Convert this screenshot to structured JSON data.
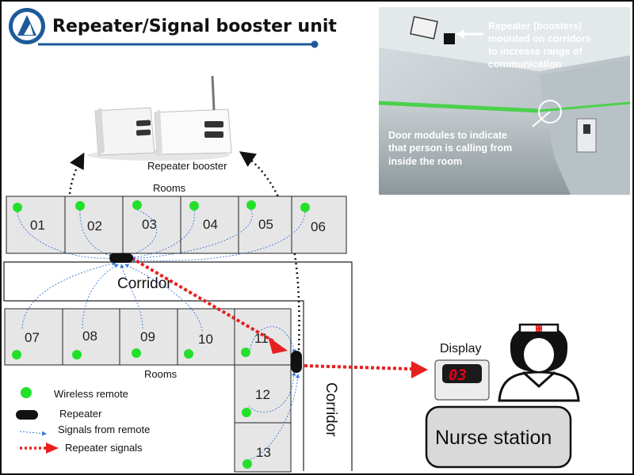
{
  "header": {
    "title": "Repeater/Signal booster unit"
  },
  "photo_text": {
    "repeater_lines": [
      "Repeater (boosters)",
      "mounted on corridors",
      "to increase range of",
      "communication"
    ],
    "door_lines": [
      "Door modules to indicate",
      "that person is calling from",
      "inside the room"
    ]
  },
  "device_label": "Repeater booster",
  "rooms_top_label": "Rooms",
  "rooms_bottom_label": "Rooms",
  "corridor_labels": {
    "horizontal": "Corridor",
    "vertical": "Corridor"
  },
  "rooms": {
    "r01": "01",
    "r02": "02",
    "r03": "03",
    "r04": "04",
    "r05": "05",
    "r06": "06",
    "r07": "07",
    "r08": "08",
    "r09": "09",
    "r10": "10",
    "r11": "11",
    "r12": "12",
    "r13": "13"
  },
  "display": {
    "label": "Display",
    "value": "03"
  },
  "nurse_station": {
    "label": "Nurse station"
  },
  "legend": {
    "wireless_remote": "Wireless remote",
    "repeater": "Repeater",
    "signals_from_remote": "Signals from remote",
    "repeater_signals": "Repeater signals"
  },
  "colors": {
    "remote_dot": "#22e02a",
    "signal_blue": "#3a78d8",
    "repeater_red": "#e62020",
    "title_blue": "#1d5a9a",
    "room_fill": "#e6e6e6",
    "display_digits": "#e8001a"
  },
  "icons": [
    "logo-icon",
    "repeater-device-icon",
    "nurse-icon",
    "photo-corridor"
  ]
}
